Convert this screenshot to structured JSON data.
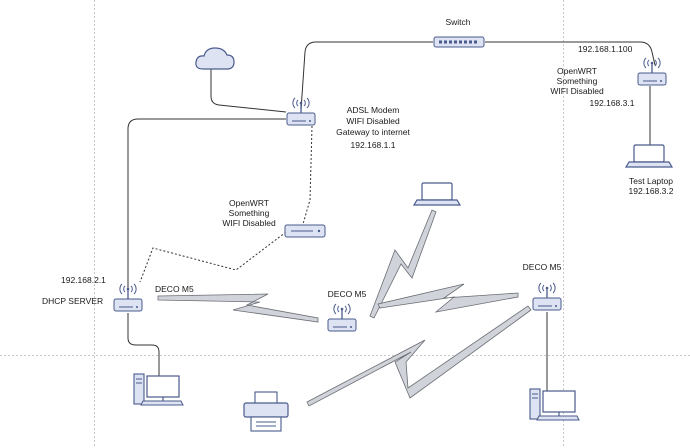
{
  "labels": {
    "switch": "Switch",
    "switch_ip": "192.168.1.100",
    "openwrt_top": [
      "OpenWRT",
      "Something",
      "WIFI Disabled",
      "192.168.3.1"
    ],
    "adsl": [
      "ADSL Modem",
      "WIFI Disabled",
      "Gateway to internet",
      "192.168.1.1"
    ],
    "test_laptop": [
      "Test Laptop",
      "192.168.3.2"
    ],
    "openwrt_mid": [
      "OpenWRT",
      "Something",
      "WIFI Disabled"
    ],
    "server_ip": "192.168.2.1",
    "dhcp": "DHCP SERVER",
    "deco_left": "DECO M5",
    "deco_center": "DECO M5",
    "deco_right": "DECO M5"
  },
  "colors": {
    "device_fill": "#dde3f3",
    "device_stroke": "#4a5b8c",
    "link": "#333333",
    "bolt_fill": "#d0d3d9",
    "bolt_stroke": "#6a6d73",
    "guide": "#c8c8c8"
  },
  "icons": [
    "cloud-icon",
    "router-icon",
    "switch-icon",
    "laptop-icon",
    "desktop-icon",
    "printer-icon",
    "wireless-bolt-icon"
  ]
}
